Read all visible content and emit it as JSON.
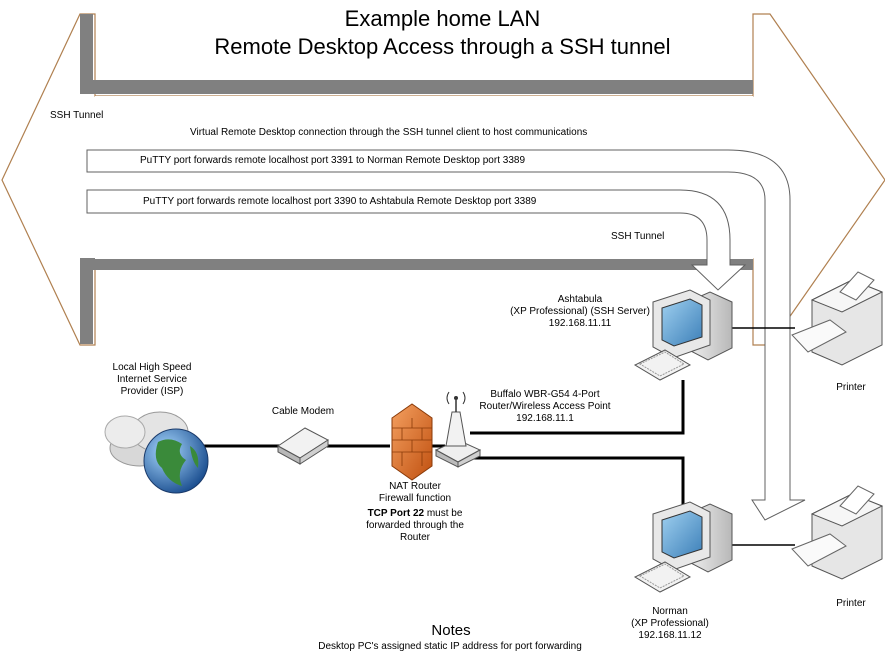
{
  "title": {
    "line1": "Example home LAN",
    "line2": "Remote Desktop Access through a SSH tunnel"
  },
  "tunnel": {
    "label_top": "SSH Tunnel",
    "label_bottom": "SSH Tunnel",
    "virtual_connection": "Virtual Remote Desktop connection through the SSH tunnel client to host communications",
    "forward_norman": "PuTTY port forwards remote localhost port 3391 to Norman Remote Desktop port 3389",
    "forward_ashtabula": "PuTTY port forwards remote localhost port 3390 to Ashtabula Remote Desktop port 3389"
  },
  "isp": {
    "line1": "Local High Speed",
    "line2": "Internet Service",
    "line3": "Provider (ISP)"
  },
  "modem": {
    "label": "Cable Modem"
  },
  "firewall": {
    "line1": "NAT Router",
    "line2": "Firewall function",
    "bold": "TCP Port 22",
    "line3_rest": " must be",
    "line4": "forwarded through the",
    "line5": "Router"
  },
  "router": {
    "line1": "Buffalo WBR-G54 4-Port",
    "line2": "Router/Wireless Access Point",
    "line3": "192.168.11.1"
  },
  "ashtabula": {
    "line1": "Ashtabula",
    "line2": "(XP Professional) (SSH Server)",
    "line3": "192.168.11.11"
  },
  "norman": {
    "line1": "Norman",
    "line2": "(XP Professional)",
    "line3": "192.168.11.12"
  },
  "printers": {
    "label_top": "Printer",
    "label_bottom": "Printer"
  },
  "notes": {
    "title": "Notes",
    "text": "Desktop PC's assigned static IP address for port forwarding"
  },
  "colors": {
    "frame": "#b08050",
    "tunnel_shadow": "#808080",
    "tunnel_fill": "#ffffff",
    "cable": "#000000",
    "firewall": "#e07020",
    "globe": "#2a70b0",
    "land": "#3a8a3a"
  }
}
